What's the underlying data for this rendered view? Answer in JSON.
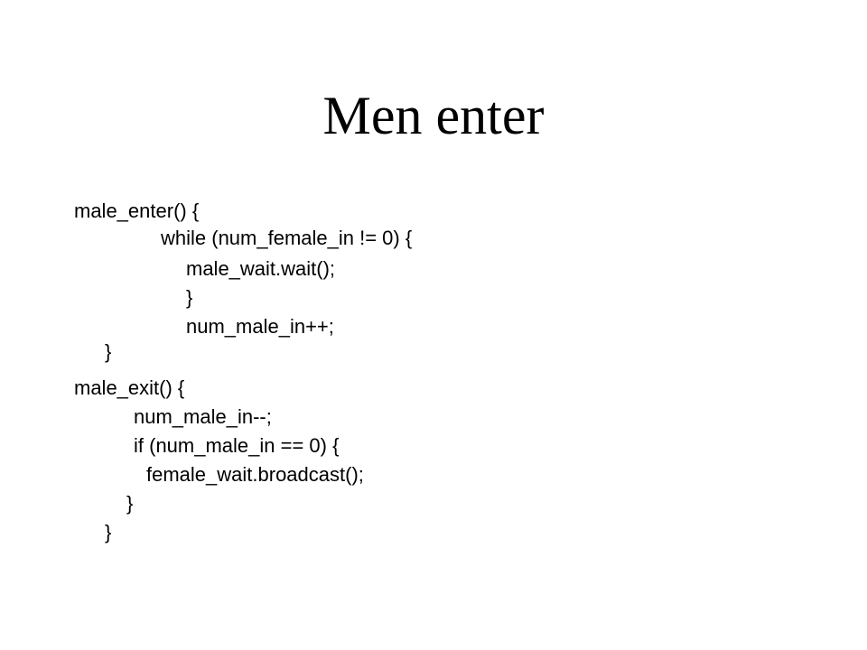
{
  "slide": {
    "title": "Men enter",
    "enter_block": [
      "male_enter() {",
      "while (num_female_in != 0) {",
      "male_wait.wait();",
      "}",
      "num_male_in++;",
      "}"
    ],
    "exit_block": [
      "male_exit() {",
      "num_male_in--;",
      "if (num_male_in == 0) {",
      "female_wait.broadcast();",
      "}",
      "}"
    ]
  }
}
